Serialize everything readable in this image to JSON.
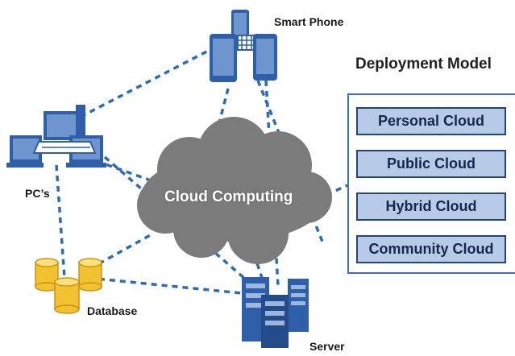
{
  "nodes": {
    "smart_phone": "Smart Phone",
    "pcs": "PC’s",
    "database": "Database",
    "server": "Server",
    "cloud": "Cloud Computing"
  },
  "deployment_model": {
    "title": "Deployment Model",
    "items": [
      "Personal Cloud",
      "Public Cloud",
      "Hybrid Cloud",
      "Community Cloud"
    ]
  },
  "colors": {
    "connector": "#2e6bb3",
    "cloud": "#7b7b7b",
    "device_blue": "#2f5fa8",
    "db_gold": "#f2c230",
    "model_box_fill": "#b7cbe7",
    "model_box_border": "#27447a",
    "frame_border": "#3e6fb0"
  }
}
